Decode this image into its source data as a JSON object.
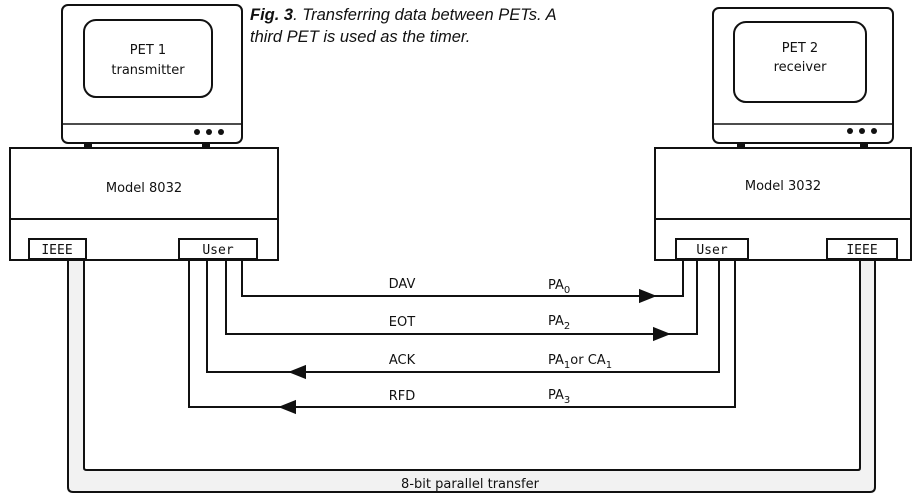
{
  "caption": {
    "fig": "Fig. 3",
    "line1": ". Transferring data between PETs. A",
    "line2": "third PET is used as the timer."
  },
  "pet1": {
    "name": "PET 1",
    "role": "transmitter",
    "model": "Model 8032",
    "port_ieee": "IEEE",
    "port_user": "User"
  },
  "pet2": {
    "name": "PET 2",
    "role": "receiver",
    "model": "Model 3032",
    "port_ieee": "IEEE",
    "port_user": "User"
  },
  "lines": [
    {
      "signal": "DAV",
      "pin": "PA",
      "sub": "0",
      "pin_suffix": "",
      "direction": "to-receiver"
    },
    {
      "signal": "EOT",
      "pin": "PA",
      "sub": "2",
      "pin_suffix": "",
      "direction": "to-receiver"
    },
    {
      "signal": "ACK",
      "pin": "PA",
      "sub": "1",
      "pin_suffix": "or CA",
      "pin_suffix_sub": "1",
      "direction": "to-transmitter"
    },
    {
      "signal": "RFD",
      "pin": "PA",
      "sub": "3",
      "pin_suffix": "",
      "direction": "to-transmitter"
    }
  ],
  "bus_label": "8-bit parallel transfer",
  "colors": {
    "ink": "#111111",
    "bus_fill": "#f2f2f2"
  }
}
